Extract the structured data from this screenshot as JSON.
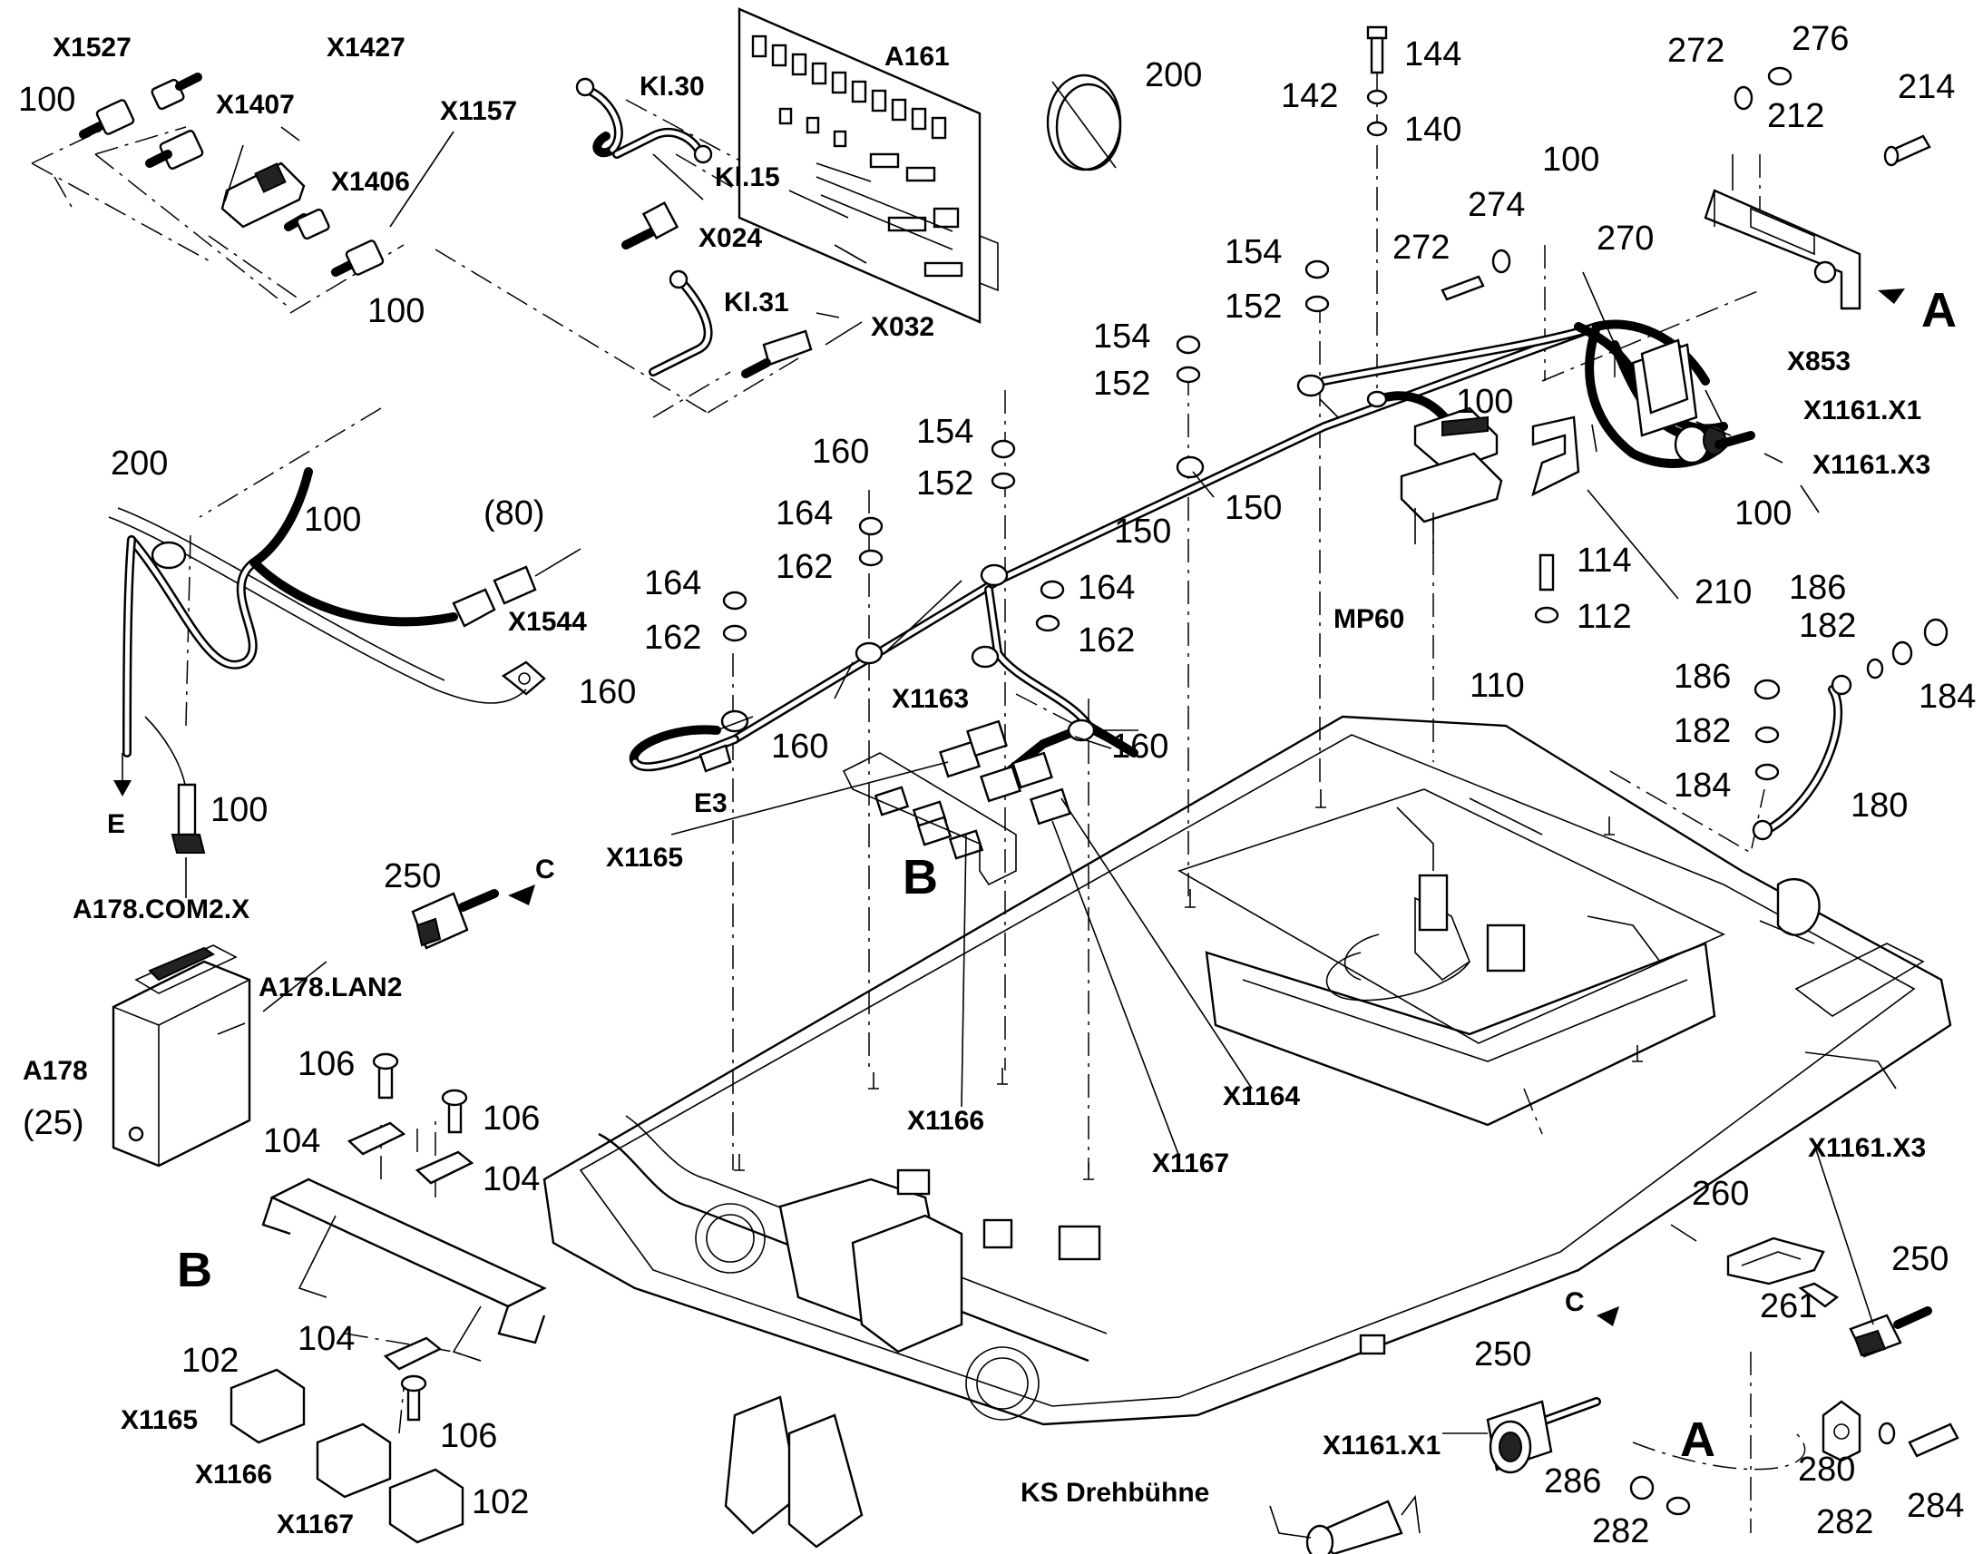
{
  "labels": {
    "x1527": "X1527",
    "x1427": "X1427",
    "x1407": "X1407",
    "x1406": "X1406",
    "x1157": "X1157",
    "kl30": "Kl.30",
    "kl15": "Kl.15",
    "kl31": "Kl.31",
    "x024": "X024",
    "x032": "X032",
    "a161": "A161",
    "x1544": "X1544",
    "x1163": "X1163",
    "x1165": "X1165",
    "x1166": "X1166",
    "x1167": "X1167",
    "x1164": "X1164",
    "e3": "E3",
    "e": "E",
    "c": "C",
    "mp60": "MP60",
    "x853": "X853",
    "x1161x1": "X1161.X1",
    "x1161x3": "X1161.X3",
    "a178com2x": "A178.COM2.X",
    "a178lan2": "A178.LAN2",
    "a178": "A178",
    "ks_drehbuehne": "KS Drehbühne",
    "ref_a": "A",
    "ref_b": "B"
  },
  "numbers": {
    "n100": "100",
    "n200": "200",
    "n80": "(80)",
    "n25": "(25)",
    "n144": "144",
    "n142": "142",
    "n140": "140",
    "n154": "154",
    "n152": "152",
    "n164": "164",
    "n162": "162",
    "n160": "160",
    "n150": "150",
    "n272": "272",
    "n274": "274",
    "n276": "276",
    "n270": "270",
    "n212": "212",
    "n214": "214",
    "n210": "210",
    "n114": "114",
    "n112": "112",
    "n110": "110",
    "n186": "186",
    "n182": "182",
    "n184": "184",
    "n180": "180",
    "n250": "250",
    "n106": "106",
    "n104": "104",
    "n102": "102",
    "n260": "260",
    "n261": "261",
    "n280": "280",
    "n282": "282",
    "n284": "284",
    "n286": "286"
  }
}
